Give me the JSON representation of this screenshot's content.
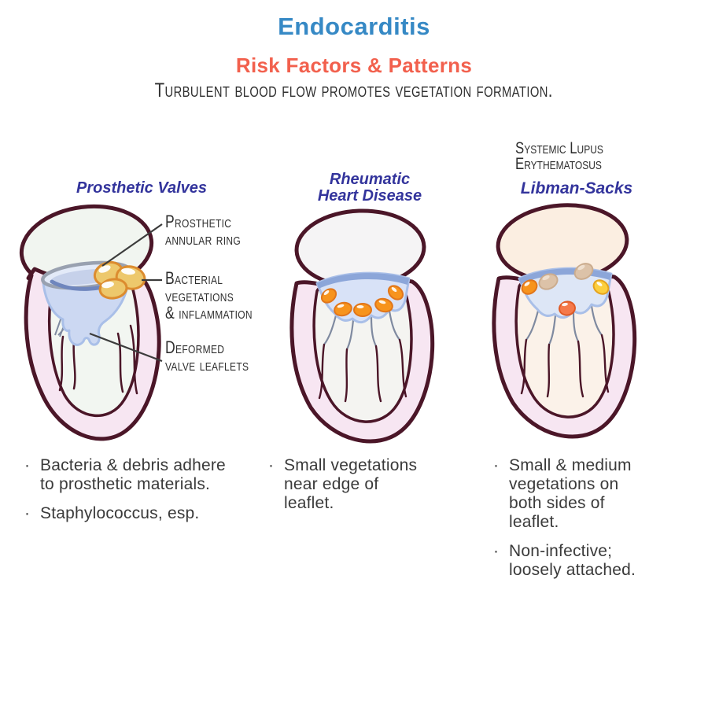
{
  "header": {
    "title": "Endocarditis",
    "subtitle": "Risk Factors & Patterns",
    "tagline": "Turbulent blood flow promotes vegetation formation."
  },
  "ui": {
    "bullet_char": "·"
  },
  "columns": [
    {
      "heading": "Prosthetic Valves",
      "annotations": [
        {
          "line1": "Prosthetic",
          "line2": "annular ring"
        },
        {
          "line1": "Bacterial",
          "line2": "vegetations",
          "line3": "& inflammation"
        },
        {
          "line1": "Deformed",
          "line2": "valve leaflets"
        }
      ],
      "bullets": [
        "Bacteria & debris adhere to prosthetic materials.",
        "Staphylococcus, esp."
      ]
    },
    {
      "heading_line1": "Rheumatic",
      "heading_line2": "Heart Disease",
      "bullets": [
        "Small vegetations near edge of leaflet."
      ]
    },
    {
      "overheading_line1": "Systemic Lupus",
      "overheading_line2": "Erythematosus",
      "heading": "Libman-Sacks",
      "bullets": [
        "Small & medium vegetations on both sides of leaflet.",
        "Non-infective; loosely attached."
      ]
    }
  ],
  "colors": {
    "title_blue": "#3689c5",
    "subtitle_coral": "#f2604d",
    "heading_indigo": "#33349c",
    "outline_maroon": "#4b1628",
    "wall_pink": "#f7e6f2",
    "valve_blue": "#d8e2f7",
    "valve_rim_blue": "#8ca6d9",
    "vegetation_yellow": "#edc86c",
    "vegetation_orange": "#f7941d",
    "vegetation_tan": "#dcc2a8",
    "vegetation_bright_yellow": "#fccf3e",
    "vegetation_coral": "#f5794a",
    "text_dark": "#3a3a3a"
  }
}
